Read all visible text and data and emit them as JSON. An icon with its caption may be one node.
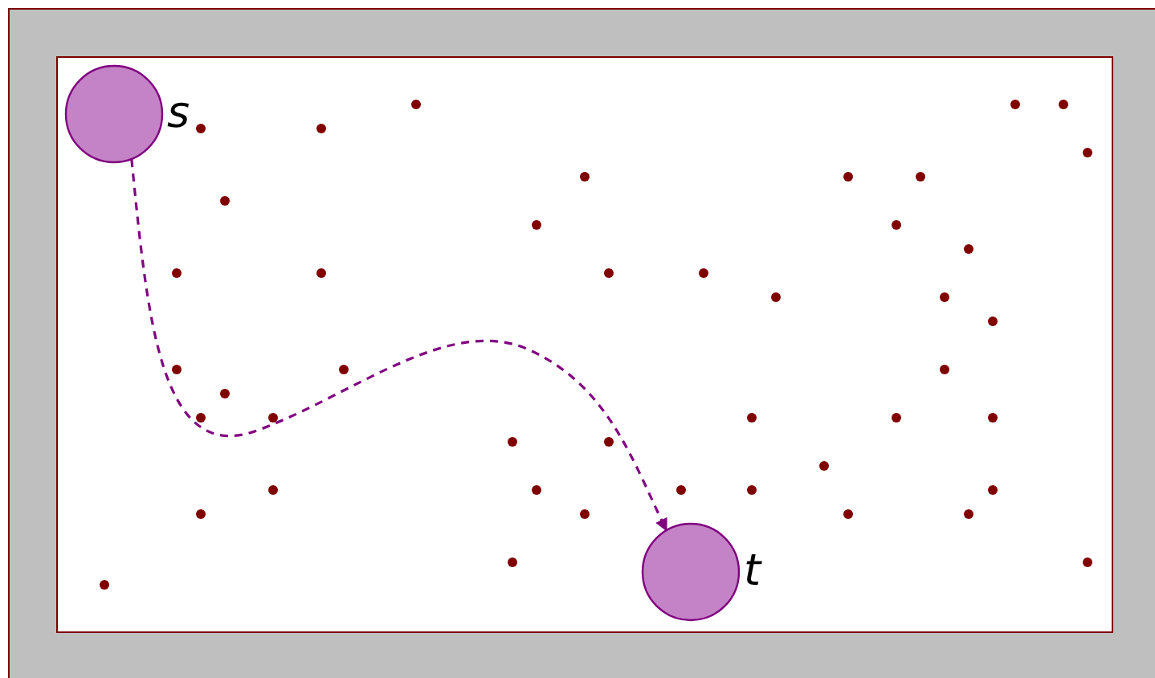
{
  "diagram": {
    "nodes": [
      {
        "text": [],
        "shape": "circle",
        "beside": [
          "s"
        ]
      },
      {
        "text": [],
        "shape": "circle",
        "beside": [
          "t"
        ]
      }
    ],
    "edges": [
      {
        "from": 0,
        "to": 1,
        "arrow": "to",
        "style": "dashed"
      }
    ]
  }
}
